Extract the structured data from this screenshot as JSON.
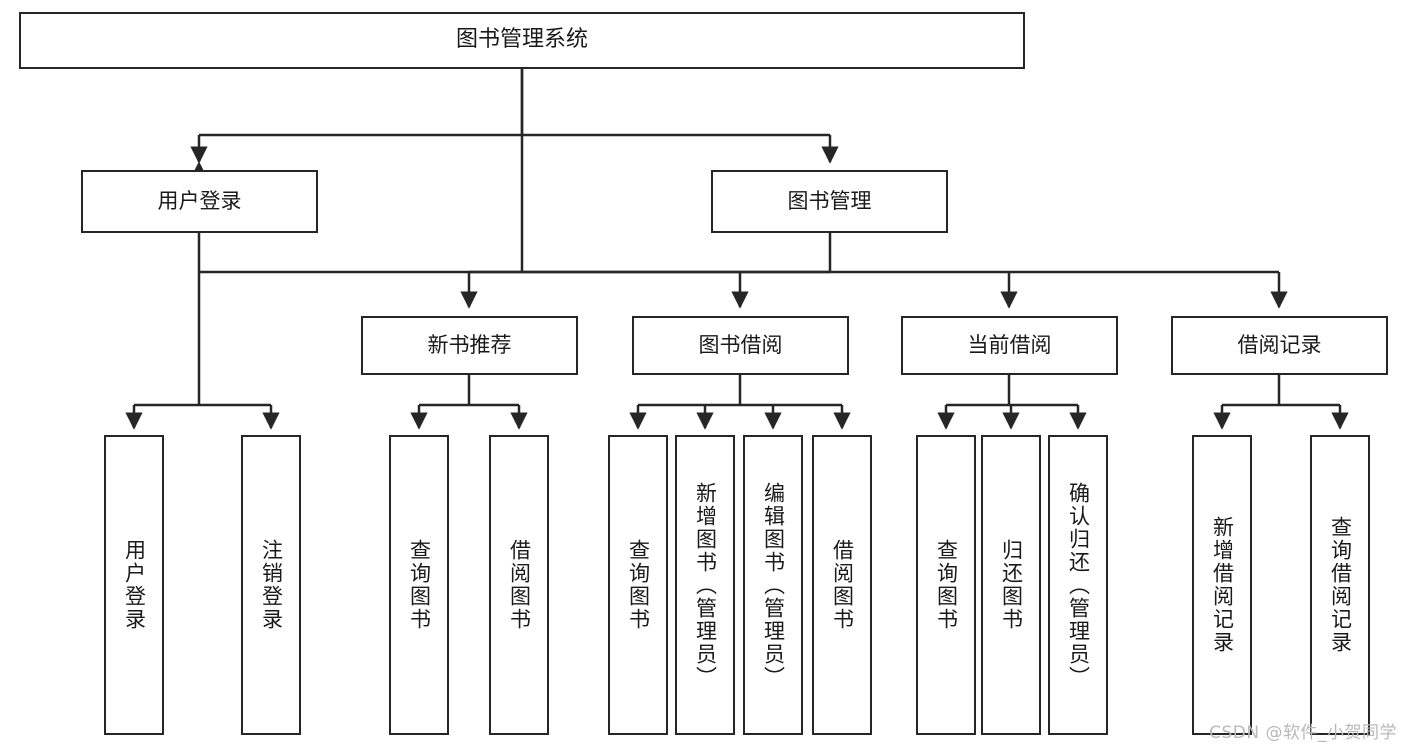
{
  "diagram": {
    "title": "图书管理系统",
    "type": "tree",
    "root": {
      "label": "图书管理系统"
    },
    "level1": [
      {
        "id": "user-login",
        "label": "用户登录"
      },
      {
        "id": "book-manage",
        "label": "图书管理"
      }
    ],
    "level2": [
      {
        "id": "new-book-recommend",
        "label": "新书推荐",
        "parent": "book-manage"
      },
      {
        "id": "book-borrow",
        "label": "图书借阅",
        "parent": "book-manage"
      },
      {
        "id": "current-borrow",
        "label": "当前借阅",
        "parent": "book-manage"
      },
      {
        "id": "borrow-record",
        "label": "借阅记录",
        "parent": "book-manage"
      }
    ],
    "leaves": [
      {
        "id": "leaf-user-login",
        "label": "用户登录",
        "parent": "user-login"
      },
      {
        "id": "leaf-logout-login",
        "label": "注销登录",
        "parent": "user-login"
      },
      {
        "id": "leaf-query-book-1",
        "label": "查询图书",
        "parent": "new-book-recommend"
      },
      {
        "id": "leaf-borrow-book-1",
        "label": "借阅图书",
        "parent": "new-book-recommend"
      },
      {
        "id": "leaf-query-book-2",
        "label": "查询图书",
        "parent": "book-borrow"
      },
      {
        "id": "leaf-add-book",
        "label": "新增图书（管理员）",
        "parent": "book-borrow"
      },
      {
        "id": "leaf-edit-book",
        "label": "编辑图书（管理员）",
        "parent": "book-borrow"
      },
      {
        "id": "leaf-borrow-book-2",
        "label": "借阅图书",
        "parent": "book-borrow"
      },
      {
        "id": "leaf-query-book-3",
        "label": "查询图书",
        "parent": "current-borrow"
      },
      {
        "id": "leaf-return-book",
        "label": "归还图书",
        "parent": "current-borrow"
      },
      {
        "id": "leaf-confirm-return",
        "label": "确认归还（管理员）",
        "parent": "current-borrow"
      },
      {
        "id": "leaf-add-record",
        "label": "新增借阅记录",
        "parent": "borrow-record"
      },
      {
        "id": "leaf-query-record",
        "label": "查询借阅记录",
        "parent": "borrow-record"
      }
    ],
    "colors": {
      "stroke": "#262626",
      "fill": "#ffffff",
      "text": "#1a1a1a",
      "watermark": "#b9b9b9"
    }
  },
  "watermark": {
    "text": "CSDN @软件_小贺同学"
  }
}
